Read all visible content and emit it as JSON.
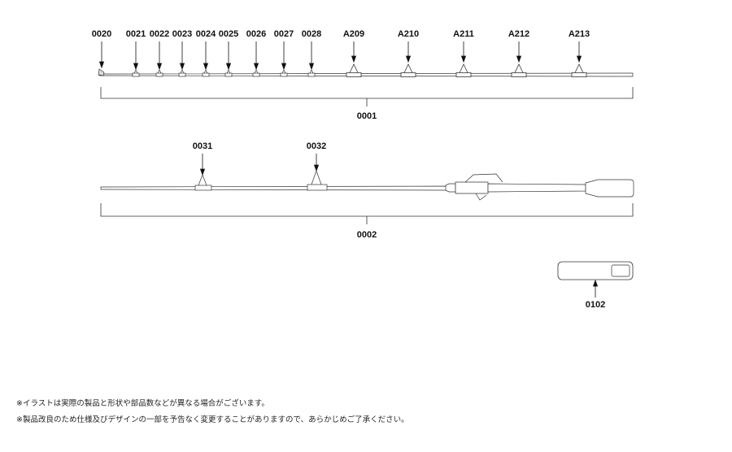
{
  "parts": {
    "section_top": "0001",
    "section_bottom": "0002",
    "case": "0102"
  },
  "top_guides": [
    "0020",
    "0021",
    "0022",
    "0023",
    "0024",
    "0025",
    "0026",
    "0027",
    "0028",
    "A209",
    "A210",
    "A211",
    "A212",
    "A213"
  ],
  "bottom_guides": [
    "0031",
    "0032"
  ],
  "notes": [
    "※イラストは実際の製品と形状や部品数などが異なる場合がございます。",
    "※製品改良のため仕様及びデザインの一部を予告なく変更することがありますので、あらかじめご了承ください。"
  ]
}
